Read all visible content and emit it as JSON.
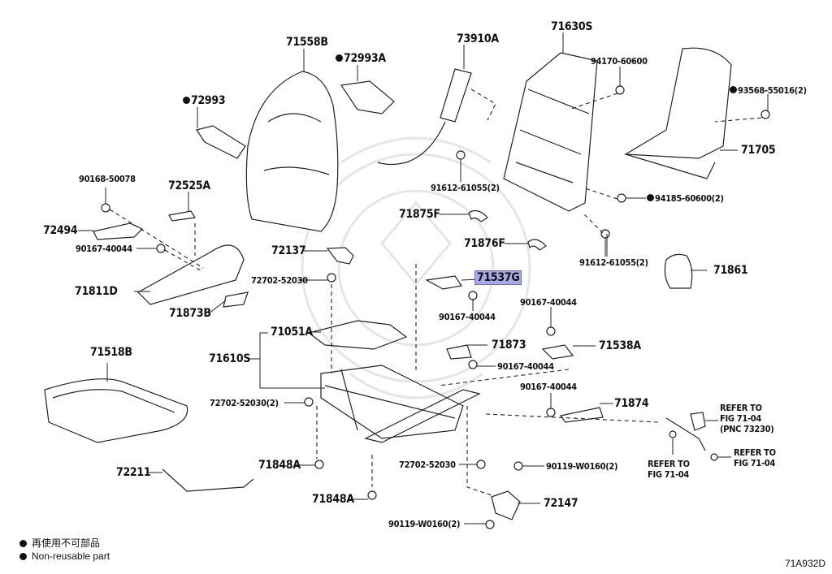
{
  "diagram": {
    "code": "71A932D",
    "legend": [
      {
        "symbol": "filled-circle",
        "text": "再使用不可部品"
      },
      {
        "symbol": "filled-circle",
        "text": "Non-reusable part"
      }
    ],
    "highlight_color": "#a9a9e6",
    "parts": [
      {
        "id": "p71558B",
        "label": "71558B",
        "non_reusable": false
      },
      {
        "id": "p72993A",
        "label": "72993A",
        "non_reusable": true
      },
      {
        "id": "p72993",
        "label": "72993",
        "non_reusable": true
      },
      {
        "id": "p73910A",
        "label": "73910A",
        "non_reusable": false
      },
      {
        "id": "p71630S",
        "label": "71630S",
        "non_reusable": false
      },
      {
        "id": "p94170",
        "label": "94170-60600",
        "non_reusable": false
      },
      {
        "id": "p93568",
        "label": "93568-55016(2)",
        "non_reusable": true
      },
      {
        "id": "p71705",
        "label": "71705",
        "non_reusable": false
      },
      {
        "id": "p91612a",
        "label": "91612-61055(2)",
        "non_reusable": false
      },
      {
        "id": "p94185",
        "label": "94185-60600(2)",
        "non_reusable": true
      },
      {
        "id": "p90168",
        "label": "90168-50078",
        "non_reusable": false
      },
      {
        "id": "p72525A",
        "label": "72525A",
        "non_reusable": false
      },
      {
        "id": "p72494",
        "label": "72494",
        "non_reusable": false
      },
      {
        "id": "p90167a",
        "label": "90167-40044",
        "non_reusable": false
      },
      {
        "id": "p71875F",
        "label": "71875F",
        "non_reusable": false
      },
      {
        "id": "p71876F",
        "label": "71876F",
        "non_reusable": false
      },
      {
        "id": "p91612b",
        "label": "91612-61055(2)",
        "non_reusable": false
      },
      {
        "id": "p72137",
        "label": "72137",
        "non_reusable": false
      },
      {
        "id": "p71537G",
        "label": "71537G",
        "non_reusable": false,
        "highlighted": true
      },
      {
        "id": "p71861",
        "label": "71861",
        "non_reusable": false
      },
      {
        "id": "p72702a",
        "label": "72702-52030",
        "non_reusable": false
      },
      {
        "id": "p71811D",
        "label": "71811D",
        "non_reusable": false
      },
      {
        "id": "p90167b",
        "label": "90167-40044",
        "non_reusable": false
      },
      {
        "id": "p90167c",
        "label": "90167-40044",
        "non_reusable": false
      },
      {
        "id": "p71873B",
        "label": "71873B",
        "non_reusable": false
      },
      {
        "id": "p71051A",
        "label": "71051A",
        "non_reusable": false
      },
      {
        "id": "p71518B",
        "label": "71518B",
        "non_reusable": false
      },
      {
        "id": "p71873",
        "label": "71873",
        "non_reusable": false
      },
      {
        "id": "p71538A",
        "label": "71538A",
        "non_reusable": false
      },
      {
        "id": "p71610S",
        "label": "71610S",
        "non_reusable": false
      },
      {
        "id": "p90167d",
        "label": "90167-40044",
        "non_reusable": false
      },
      {
        "id": "p90167e",
        "label": "90167-40044",
        "non_reusable": false
      },
      {
        "id": "p72702b",
        "label": "72702-52030(2)",
        "non_reusable": false
      },
      {
        "id": "p71874",
        "label": "71874",
        "non_reusable": false
      },
      {
        "id": "pRefer1",
        "label": "REFER TO\nFIG 71-04\n(PNC 73230)",
        "non_reusable": false
      },
      {
        "id": "pRefer2",
        "label": "REFER TO\nFIG 71-04",
        "non_reusable": false
      },
      {
        "id": "pRefer3",
        "label": "REFER TO\nFIG 71-04",
        "non_reusable": false
      },
      {
        "id": "p71848Aa",
        "label": "71848A",
        "non_reusable": false
      },
      {
        "id": "p72702c",
        "label": "72702-52030",
        "non_reusable": false
      },
      {
        "id": "p90119a",
        "label": "90119-W0160(2)",
        "non_reusable": false
      },
      {
        "id": "p72211",
        "label": "72211",
        "non_reusable": false
      },
      {
        "id": "p71848Ab",
        "label": "71848A",
        "non_reusable": false
      },
      {
        "id": "p72147",
        "label": "72147",
        "non_reusable": false
      },
      {
        "id": "p90119b",
        "label": "90119-W0160(2)",
        "non_reusable": false
      }
    ]
  }
}
